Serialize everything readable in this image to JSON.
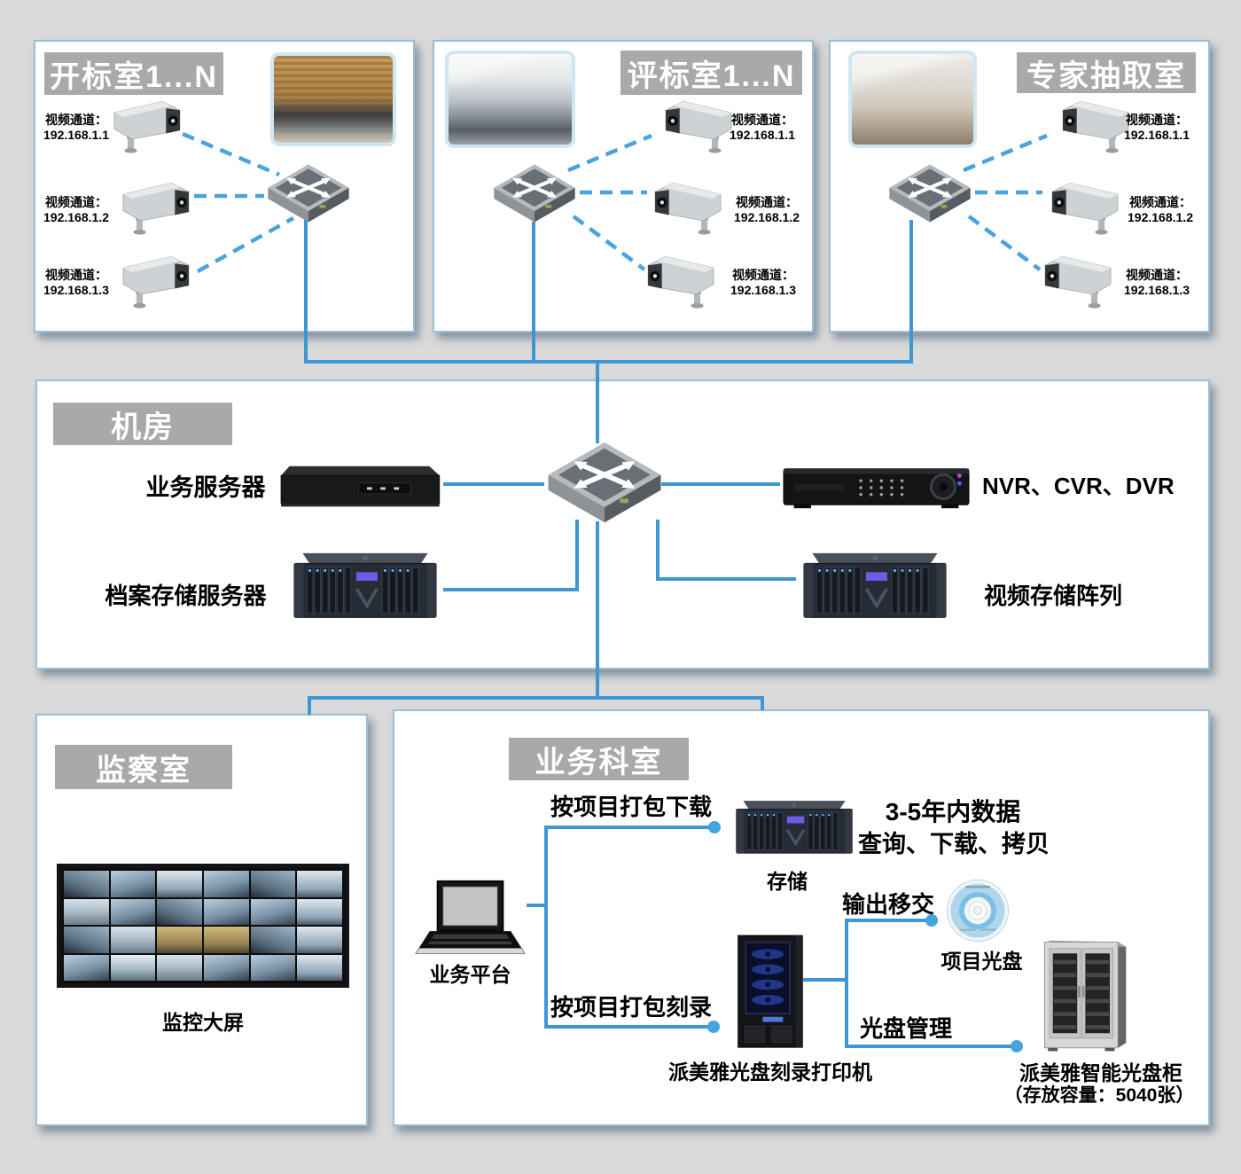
{
  "colors": {
    "background": "#dadada",
    "panel_border": "#9abfd6",
    "title_box_bg": "#a9a9a9",
    "line_blue": "#3e97d2",
    "dashed_blue": "#4aa3dc",
    "dot_blue": "#47a3dc"
  },
  "icons": {
    "switch": "network-switch-icon",
    "camera": "cctv-camera-icon",
    "server": "business-server-icon",
    "nvr": "nvr-recorder-icon",
    "storage": "storage-rack-icon",
    "laptop": "laptop-icon",
    "burner": "disc-burner-tower-icon",
    "disc": "cd-disc-icon",
    "cabinet": "disc-cabinet-icon",
    "videowall": "video-wall-icon"
  },
  "rooms": {
    "bid_opening": {
      "title": "开标室1...N",
      "cameras": [
        {
          "channel_label": "视频通道：",
          "ip": "192.168.1.1"
        },
        {
          "channel_label": "视频通道：",
          "ip": "192.168.1.2"
        },
        {
          "channel_label": "视频通道：",
          "ip": "192.168.1.3"
        }
      ]
    },
    "bid_evaluation": {
      "title": "评标室1...N",
      "cameras": [
        {
          "channel_label": "视频通道：",
          "ip": "192.168.1.1"
        },
        {
          "channel_label": "视频通道：",
          "ip": "192.168.1.2"
        },
        {
          "channel_label": "视频通道：",
          "ip": "192.168.1.3"
        }
      ]
    },
    "expert_extraction": {
      "title": "专家抽取室",
      "cameras": [
        {
          "channel_label": "视频通道：",
          "ip": "192.168.1.1"
        },
        {
          "channel_label": "视频通道：",
          "ip": "192.168.1.2"
        },
        {
          "channel_label": "视频通道：",
          "ip": "192.168.1.3"
        }
      ]
    },
    "machine_room": {
      "title": "机房",
      "business_server_label": "业务服务器",
      "nvr_label": "NVR、CVR、DVR",
      "archive_server_label": "档案存储服务器",
      "video_array_label": "视频存储阵列"
    },
    "monitoring_room": {
      "title": "监察室",
      "screen_caption": "监控大屏"
    },
    "business_office": {
      "title": "业务科室",
      "download_flow_label": "按项目打包下载",
      "laptop_caption": "业务平台",
      "storage_caption": "存储",
      "data_note_line1": "3-5年内数据",
      "data_note_line2": "查询、下载、拷贝",
      "burn_flow_label": "按项目打包刻录",
      "burner_caption": "派美雅光盘刻录打印机",
      "transfer_flow_label": "输出移交",
      "disc_caption": "项目光盘",
      "manage_flow_label": "光盘管理",
      "cabinet_caption_line1": "派美雅智能光盘柜",
      "cabinet_caption_line2": "（存放容量：5040张）"
    }
  }
}
